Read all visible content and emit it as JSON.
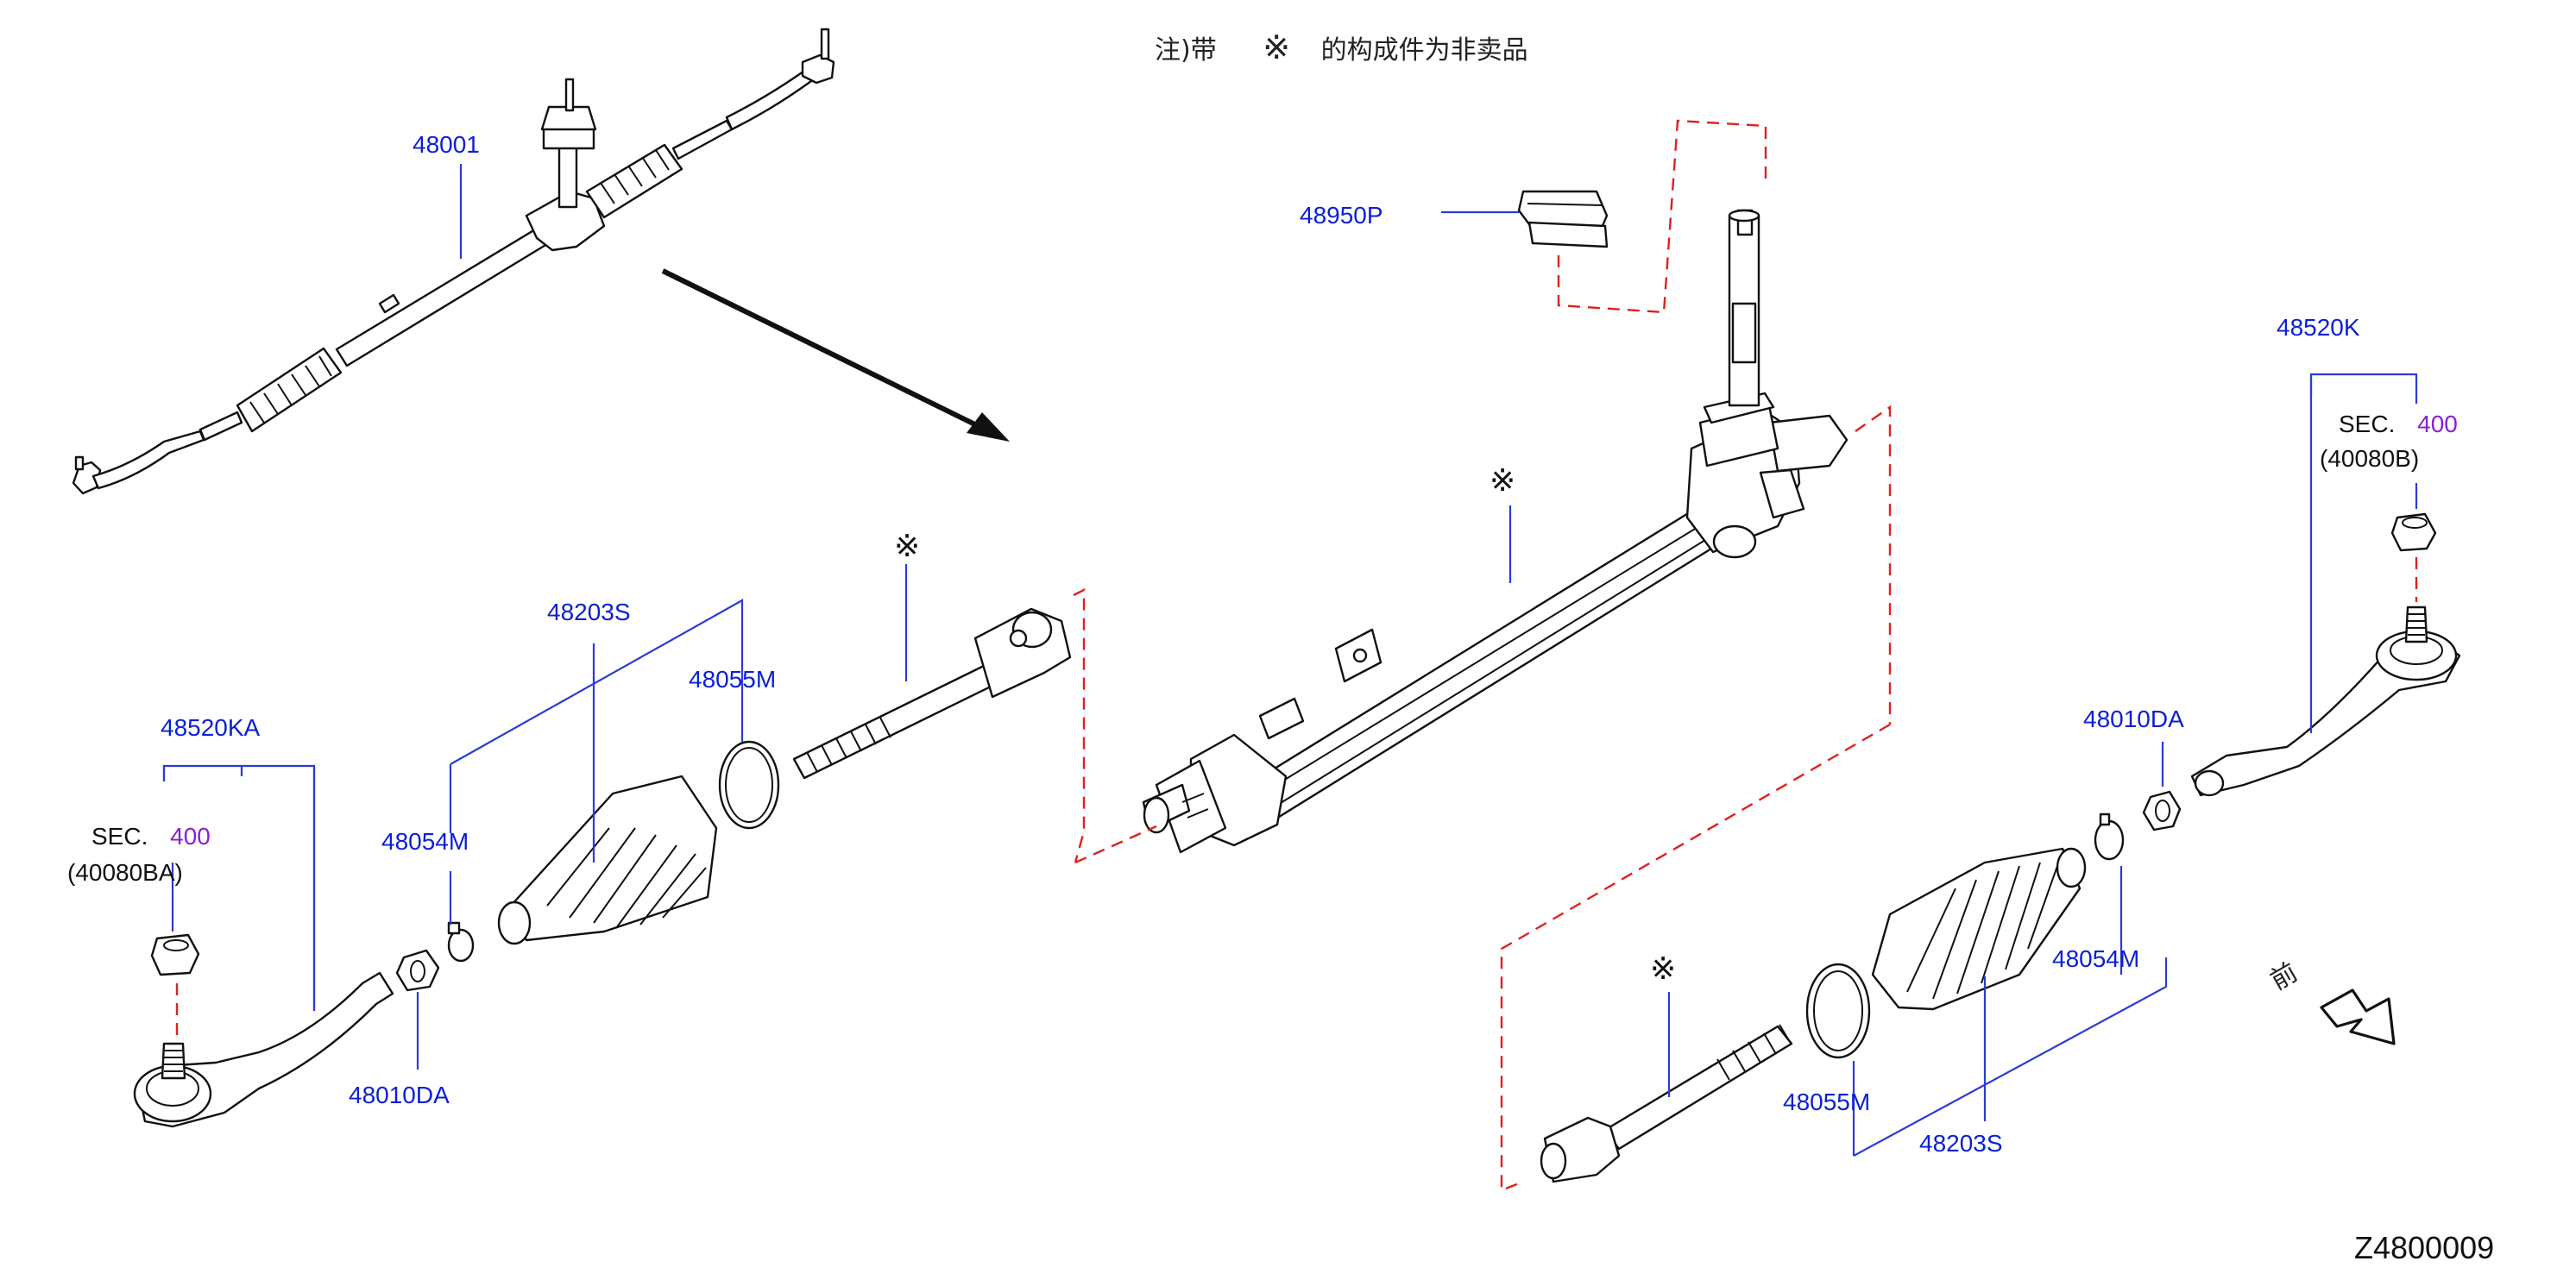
{
  "note": {
    "prefix": "注)带",
    "mark": "※",
    "suffix": "的构成件为非卖品"
  },
  "labels": {
    "p48001": "48001",
    "p48950P": "48950P",
    "p48520K": "48520K",
    "p48520KA": "48520KA",
    "p48203S_left": "48203S",
    "p48055M_left": "48055M",
    "p48054M_left": "48054M",
    "p48010DA_left": "48010DA",
    "p48010DA_right": "48010DA",
    "p48054M_right": "48054M",
    "p48055M_right": "48055M",
    "p48203S_right": "48203S"
  },
  "sec_right": {
    "prefix": "SEC.",
    "number": "400",
    "code": "(40080B)"
  },
  "sec_left": {
    "prefix": "SEC.",
    "number": "400",
    "code": "(40080BA)"
  },
  "marks": {
    "symbol": "※"
  },
  "front": {
    "text": "前",
    "arrow_icon": "front-arrow-icon"
  },
  "diagram_id": "Z4800009",
  "colors": {
    "label": "#0a1fd6",
    "section": "#8a1fd1",
    "dashed": "#e02020",
    "line": "#111111"
  }
}
